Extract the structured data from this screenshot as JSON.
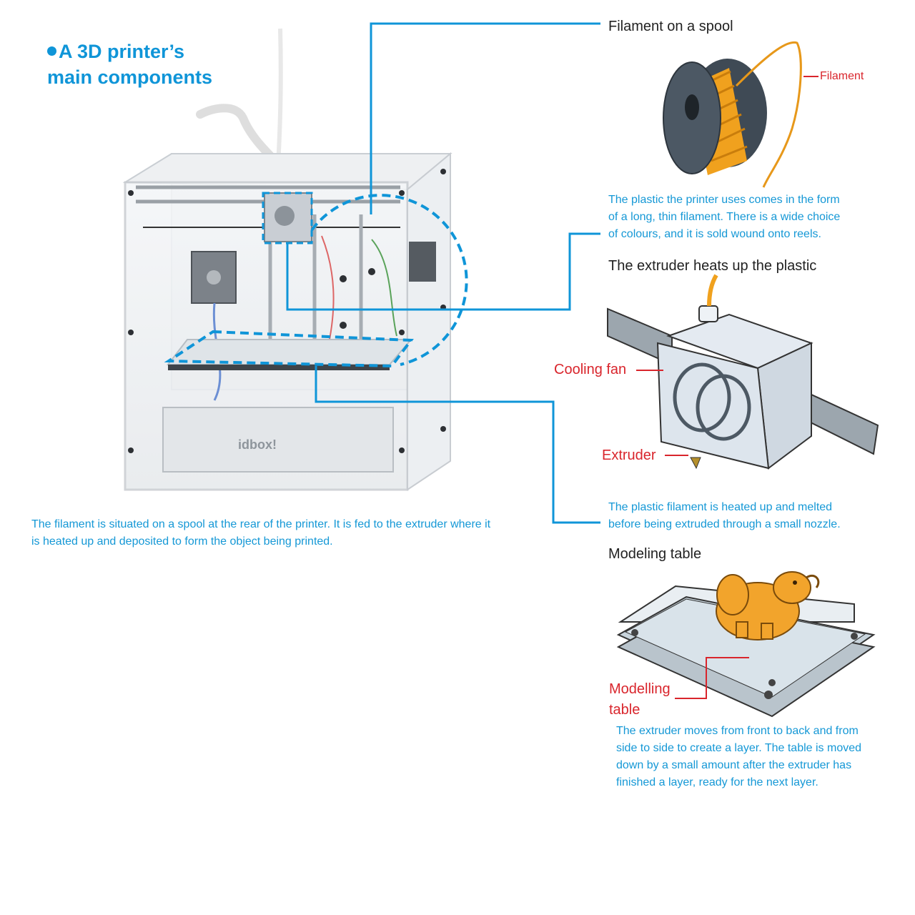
{
  "title": {
    "line1": "A 3D printer’s",
    "line2": "main components"
  },
  "printer": {
    "brand": "idbox!"
  },
  "main_caption": {
    "line1": "The filament is situated on a spool at the rear of the printer. It is fed to the extruder where it",
    "line2": "is heated up and deposited to form the object being printed."
  },
  "spool": {
    "heading": "Filament on a spool",
    "label_filament": "Filament",
    "desc": [
      "The plastic the printer uses comes in the form",
      "of a long, thin filament. There is a wide choice",
      "of colours, and it is sold wound onto reels."
    ]
  },
  "extruder": {
    "heading": "The extruder heats up the plastic",
    "label_fan": "Cooling fan",
    "label_extruder": "Extruder",
    "desc": [
      "The plastic filament is heated up and melted",
      "before being extruded through a small nozzle."
    ]
  },
  "table": {
    "heading": "Modeling table",
    "label_line1": "Modelling",
    "label_line2": "table",
    "desc": [
      "The extruder moves from front to back and from",
      "side to side to create a layer. The table is moved",
      "down by a small amount after the extruder has",
      "finished a layer, ready for the next layer."
    ]
  },
  "colors": {
    "accent_blue": "#0f95d8",
    "label_red": "#d9252c",
    "filament_orange": "#f0a11e"
  }
}
